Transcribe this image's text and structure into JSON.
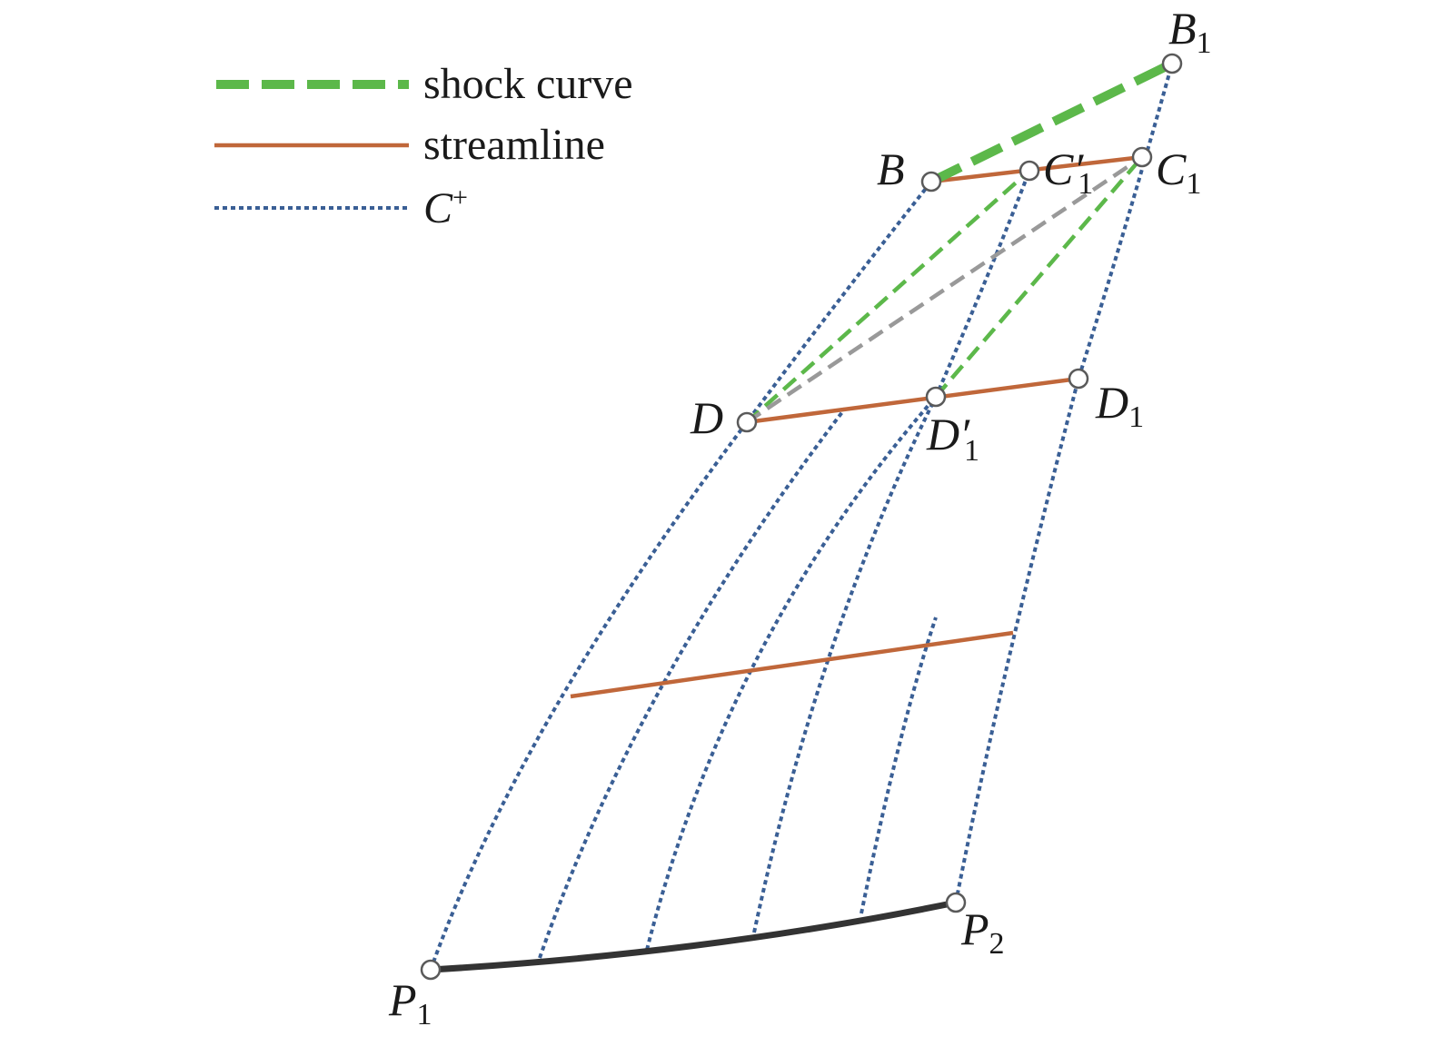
{
  "legend": {
    "shock_label": "shock curve",
    "streamline_label": "streamline",
    "cplus_label": "C",
    "cplus_sup": "+"
  },
  "points": {
    "B": {
      "main": "B",
      "sub": ""
    },
    "B1": {
      "main": "B",
      "sub": "1"
    },
    "C1prime": {
      "main": "C′",
      "sub": "1"
    },
    "C1": {
      "main": "C",
      "sub": "1"
    },
    "D": {
      "main": "D",
      "sub": ""
    },
    "D1prime": {
      "main": "D′",
      "sub": "1"
    },
    "D1": {
      "main": "D",
      "sub": "1"
    },
    "P1": {
      "main": "P",
      "sub": "1"
    },
    "P2": {
      "main": "P",
      "sub": "2"
    }
  },
  "colors": {
    "shock": "#5cb84a",
    "streamline": "#c0673a",
    "cplus": "#3a5f95",
    "auxiliary": "#999999",
    "wall": "#333333"
  }
}
